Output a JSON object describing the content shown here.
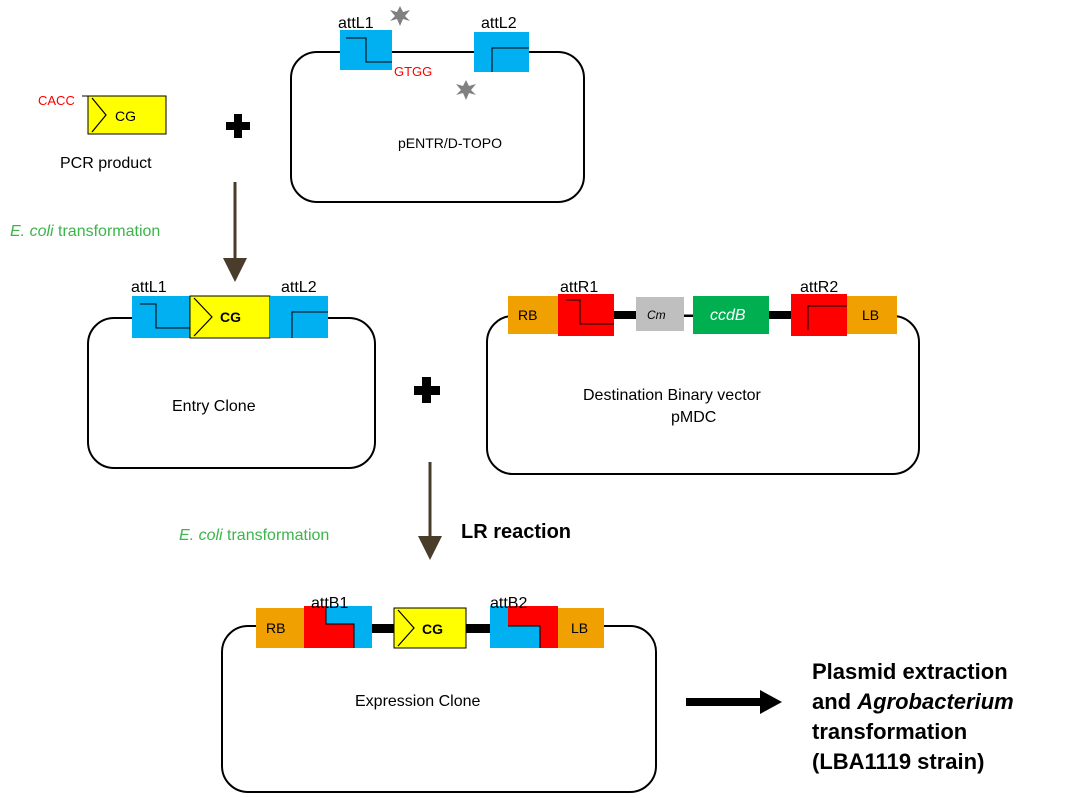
{
  "step1": {
    "overhang": "CACC",
    "gene": "CG",
    "pcr_label": "PCR product",
    "attL1": "attL1",
    "attL2": "attL2",
    "topo_overhang": "GTGG",
    "vector_name": "pENTR/D-TOPO"
  },
  "transform1": {
    "italic": "E. coli",
    "rest": " transformation"
  },
  "entry": {
    "attL1": "attL1",
    "attL2": "attL2",
    "gene": "CG",
    "label": "Entry Clone"
  },
  "destination": {
    "rb": "RB",
    "attR1": "attR1",
    "cm": "Cm",
    "ccdb": "ccdB",
    "attR2": "attR2",
    "lb": "LB",
    "label_line1": "Destination Binary vector",
    "label_line2": "pMDC"
  },
  "transform2": {
    "italic": "E. coli",
    "rest": " transformation"
  },
  "lr_reaction": "LR reaction",
  "expression": {
    "rb": "RB",
    "attB1": "attB1",
    "gene": "CG",
    "attB2": "attB2",
    "lb": "LB",
    "label": "Expression Clone"
  },
  "final_step": {
    "line1": "Plasmid extraction",
    "line2_pre": "and ",
    "line2_italic": "Agrobacterium",
    "line3": "transformation",
    "line4": "(LBA1119 strain)"
  },
  "colors": {
    "att": "#00b0f0",
    "gene": "#ffff00",
    "attr": "#ff0000",
    "border": "#f0a000",
    "ccdb": "#00b050",
    "cm": "#bfbfbf",
    "arrow": "#4a3c2a",
    "green_text": "#3bb54a",
    "red_text": "#ff0000"
  }
}
